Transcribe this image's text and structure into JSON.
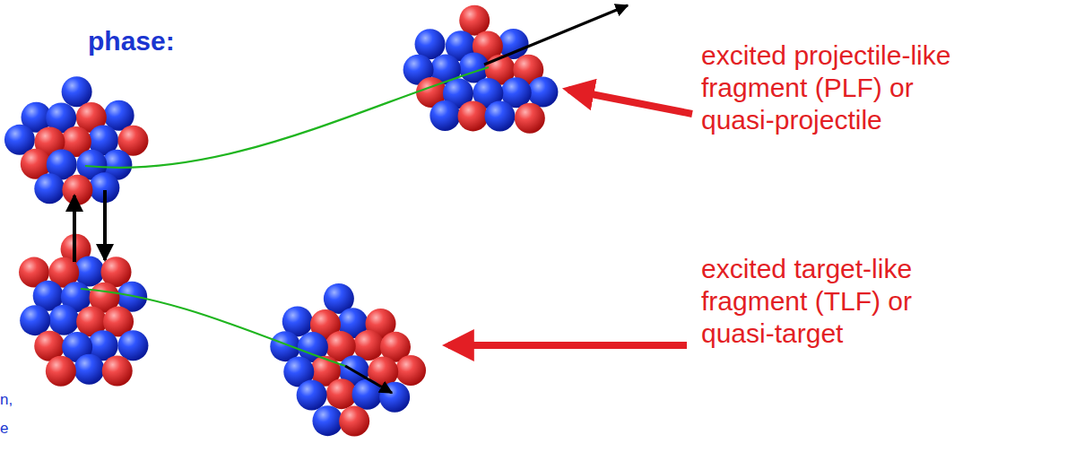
{
  "diagram": {
    "labels": [
      "phase:",
      "n,",
      "e",
      "excited projectile-like fragment (PLF) or quasi-projectile",
      "excited target-like fragment (TLF) or quasi-target"
    ]
  }
}
